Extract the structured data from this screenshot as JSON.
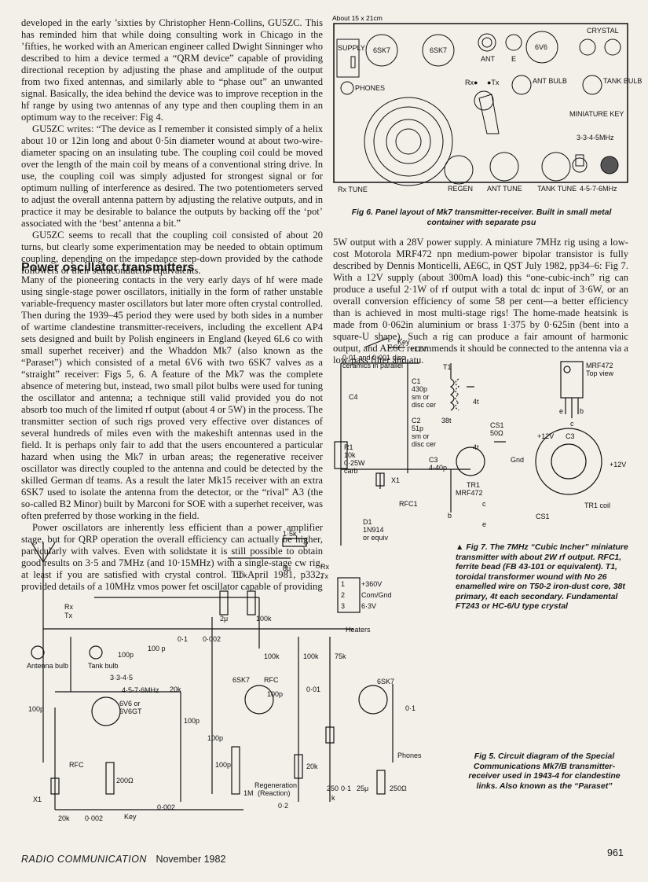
{
  "col1": {
    "p1": "developed in the early ’sixties by Christopher Henn-Collins, GU5ZC. This has reminded him that while doing consulting work in Chicago in the ’fifties, he worked with an American engineer called Dwight Sinninger who described to him a device termed a “QRM device” capable of providing directional reception by adjusting the phase and amplitude of the output from two fixed antennas, and similarly able to “phase out” an unwanted signal. Basically, the idea behind the device was to improve reception in the hf range by using two antennas of any type and then coupling them in an optimum way to the receiver: Fig 4.",
    "p2": "GU5ZC writes: “The device as I remember it consisted simply of a helix about 10 or 12in long and about 0·5in diameter wound at about two-wire-diameter spacing on an insulating tube. The coupling coil could be moved over the length of the main coil by means of a conventional string drive. In use, the coupling coil was simply adjusted for strongest signal or for optimum nulling of interference as desired. The two potentiometers served to adjust the overall antenna pattern by adjusting the relative outputs, and in practice it may be desirable to balance the outputs by backing off the ‘pot’ associated with the ‘best’ antenna a bit.”",
    "p3": "GU5ZC seems to recall that the coupling coil consisted of about 20 turns, but clearly some experimentation may be needed to obtain optimum coupling, depending on the impedance step-down provided by the cathode followers or their semiconductor equivalents.",
    "heading": "Power oscillator transmitters",
    "p4": "Many of the pioneering contacts in the very early days of hf were made using single-stage power oscillators, initially in the form of rather unstable variable-frequency master oscillators but later more often crystal controlled. Then during the 1939–45 period they were used by both sides in a number of wartime clandestine transmitter-receivers, including the excellent AP4 sets designed and built by Polish engineers in England (keyed 6L6 co with small superhet receiver) and the Whaddon Mk7 (also known as the “Paraset”) which consisted of a metal 6V6 with two 6SK7 valves as a “straight” receiver: Figs 5, 6. A feature of the Mk7 was the complete absence of metering but, instead, two small pilot bulbs were used for tuning the oscillator and antenna; a technique still valid provided you do not absorb too much of the limited rf output (about 4 or 5W) in the process. The transmitter section of such rigs proved very effective over distances of several hundreds of miles even with the makeshift antennas used in the field. It is perhaps only fair to add that the users encountered a particular hazard when using the Mk7 in urban areas; the regenerative receiver oscillator was directly coupled to the antenna and could be detected by the skilled German df teams. As a result the later Mk15 receiver with an extra 6SK7 used to isolate the antenna from the detector, or the “rival” A3 (the so-called B2 Minor) built by Marconi for SOE with a superhet receiver, was often preferred by those working in the field.",
    "p5": "Power oscillators are inherently less efficient than a power amplifier stage, but for QRP operation the overall efficiency can actually be higher, particularly with valves. Even with solidstate it is still possible to obtain good results on 3·5 and 7MHz (and 10·15MHz) with a single-stage cw rig, at least if you are satisfied with crystal control. TT April 1981, p332, provided details of a 10MHz vmos power fet oscillator capable of providing"
  },
  "col2": {
    "p1": "5W output with a 28V power supply. A miniature 7MHz rig using a low-cost Motorola MRF472 npn medium-power bipolar transistor is fully described by Dennis Monticelli, AE6C, in QST July 1982, pp34–6: Fig 7. With a 12V supply (about 300mA load) this “one-cubic-inch” rig can produce a useful 2·1W of rf output with a total dc input of 3·6W, or an overall conversion efficiency of some 58 per cent—a better efficiency than is achieved in most multi-stage rigs! The home-made heatsink is made from 0·062in aluminium or brass 1·375 by 0·625in (bent into a square-U shape). Such a rig can produce a fair amount of harmonic output, and AE6C recommends it should be connected to the antenna via a low-pass filter and atu."
  },
  "fig6": {
    "size_note": "About 15 x 21cm",
    "labels": {
      "supply": "SUPPLY",
      "v1": "6SK7",
      "v2": "6SK7",
      "ant": "ANT",
      "e": "E",
      "v3": "6V6",
      "crystal": "CRYSTAL",
      "phones": "PHONES",
      "rx": "Rx●",
      "tx": "●Tx",
      "ant_bulb": "ANT BULB",
      "tank_bulb": "TANK BULB",
      "miniature_key": "MINIATURE KEY",
      "band_hi": "3-3-4-5MHz",
      "band_lo": "4-5-7-6MHz",
      "rx_tune": "Rx TUNE",
      "regen": "REGEN",
      "ant_tune": "ANT TUNE",
      "tank_tune": "TANK TUNE"
    },
    "caption": "Fig 6. Panel layout of Mk7 transmitter-receiver. Built in small metal container with separate psu"
  },
  "fig7": {
    "labels": {
      "key": "Key",
      "plus12": "+12V",
      "disc": "0·01 and 0·001 disc",
      "ceramics": "ceramics in parallel",
      "t1": "T1",
      "c4": "C4",
      "c1": "C1",
      "c1v": "430p",
      "c1t": "sm or",
      "c1t2": "disc cer",
      "c2": "C2",
      "c2v": "51p",
      "c2t": "sm or",
      "c2t2": "disc cer",
      "t38": "38t",
      "t4a": "4t",
      "t4b": "4t",
      "cs1": "CS1",
      "ohm": "50Ω",
      "r1": "R1",
      "r1v": "10k",
      "r1w": "0·25W",
      "r1c": "carb",
      "x1": "X1",
      "c3": "C3",
      "c3v": "4-40p",
      "tr1": "TR1",
      "mrf": "MRF472",
      "rfc1": "RFC1",
      "d1": "D1",
      "d1v": "1N914",
      "d1e": "or equiv",
      "b": "b",
      "c": "c",
      "e": "e",
      "top_mrf": "MRF472",
      "top_view": "Top view",
      "te": "e",
      "tb": "b",
      "tc": "c",
      "tor12a": "+12V",
      "tor_c3": "C3",
      "tor12b": "+12V",
      "gnd": "Gnd",
      "tr1coil": "TR1 coil",
      "tor_cs1": "CS1"
    },
    "caption": "Fig 7. The 7MHz “Cubic Incher” miniature transmitter with about 2W rf output. RFC1, ferrite bead (FB 43-101 or equivalent). T1, toroidal transformer wound with No 26 enamelled wire on T50-2 iron-dust core, 38t primary, 4t each secondary. Fundamental FT243 or HC-6/U type crystal"
  },
  "fig5": {
    "labels": {
      "rx": "Rx",
      "tx": "Tx",
      "ant_bulb": "Antenna bulb",
      "tank_bulb": "Tank bulb",
      "c100a": "100p",
      "c100b": "100 p",
      "band1": "3·3-4·5",
      "band2": "4·5-7·6MHz",
      "c100c": "100p",
      "v6v6": "6V6 or",
      "v6v6b": "6V6GT",
      "r20k": "20k",
      "rfc": "RFC",
      "x1": "X1",
      "r200": "200Ω",
      "r20kb": "20k",
      "c002": "0·002",
      "key": "Key",
      "c0002b": "0·002",
      "c01": "0·1",
      "c0002c": "0·002",
      "c100d": "100p",
      "c10k": "10k",
      "c2u": "2μ",
      "c100k": "100k",
      "c15k": "1·5k",
      "c8u": "8μ",
      "rxsw": "Rx",
      "txsw": "Tx",
      "p1": "1",
      "p2": "2",
      "p3": "3",
      "pv1": "+360V",
      "pv2": "Com/Gnd",
      "pv3": "6·3V",
      "heaters": "Heaters",
      "r100ka": "100k",
      "r100kb": "100k",
      "r75k": "75k",
      "v6sk7a": "6SK7",
      "rfc2": "RFC",
      "c001": "0·01",
      "c100e": "100p",
      "c100f": "100p",
      "c100g": "100p",
      "v6sk7b": "6SK7",
      "regen": "Regeneration",
      "reaction": "(Reaction)",
      "c02": "0·2",
      "r1m": "1M",
      "r20kc": "20k",
      "r250": "250",
      "rk": "k",
      "c01b": "0·1",
      "c25u": "25μ",
      "r250o": "250Ω",
      "phones": "Phones",
      "c01c": "0·1"
    },
    "caption": "Fig 5. Circuit diagram of the Special Communications Mk7/B transmitter-receiver used in 1943-4 for clandestine links. Also known as the “Paraset”"
  },
  "footer": {
    "magazine": "RADIO COMMUNICATION",
    "date": "November 1982",
    "page": "961"
  }
}
